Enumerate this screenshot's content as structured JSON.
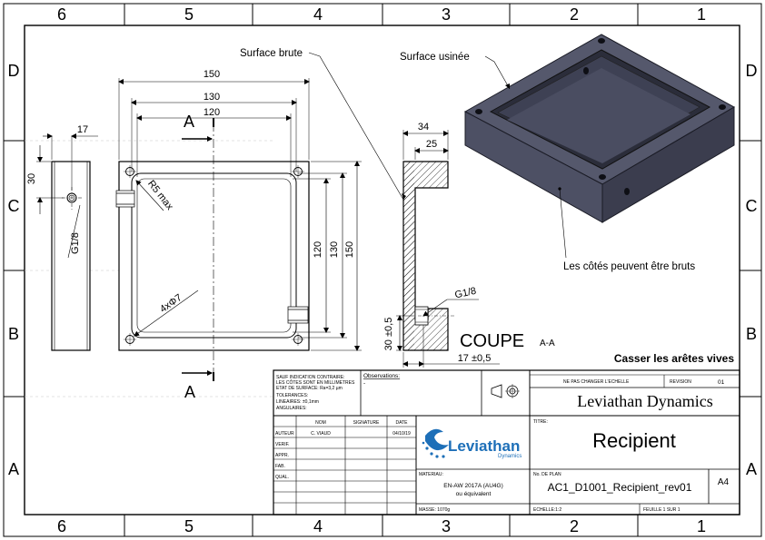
{
  "zones": {
    "columns": [
      "6",
      "5",
      "4",
      "3",
      "2",
      "1"
    ],
    "rows": [
      "D",
      "C",
      "B",
      "A"
    ]
  },
  "annotations": {
    "surface_brute": "Surface brute",
    "surface_usinee": "Surface usinée",
    "cotes_bruts": "Les côtés peuvent être bruts",
    "coupe_title": "COUPE",
    "coupe_suffix": "A-A",
    "casser": "Casser les arêtes vives",
    "section_letter": "A"
  },
  "dimensions": {
    "d150_top": "150",
    "d130_top": "130",
    "d120_top": "120",
    "d17_side": "17",
    "d30_side": "30",
    "g18_side": "G1/8",
    "r5max": "R5 max",
    "holes": "4xΦ7",
    "d120_v": "120",
    "d130_v": "130",
    "d150_v": "150",
    "d34": "34",
    "d25": "25",
    "g18_sec": "G1/8",
    "d30_05": "30 ±0,5",
    "d17_05": "17 ±0,5"
  },
  "title_block": {
    "sauf_lines": [
      "SAUF INDICATION CONTRAIRE:",
      "LES CÔTES SONT EN MILLIMETRES",
      "ETAT DE SURFACE: Ra=3,2 µm",
      "TOLERANCES:",
      "    LINEAIRES: ±0,1mm",
      "    ANGULAIRES:"
    ],
    "observations_label": "Observations:",
    "observations_value": "-",
    "ne_pas_changer": "NE PAS CHANGER L'ECHELLE",
    "revision_label": "REVISION",
    "revision_value": "01",
    "company": "Leviathan Dynamics",
    "hdr_nom": "NOM",
    "hdr_signature": "SIGNATURE",
    "hdr_date": "DATE",
    "row_labels": [
      "AUTEUR",
      "VERIF.",
      "APPR.",
      "FAB.",
      "QUAL."
    ],
    "author_name": "C. VIAUD",
    "author_date": "04/10/19",
    "logo_text": "Leviathan",
    "logo_sub": "Dynamics",
    "titre_label": "TITRE:",
    "titre_value": "Recipient",
    "materiau_label": "MATERIAU:",
    "materiau_line1": "EN-AW 2017A (AU4G)",
    "materiau_line2": "ou équivalent",
    "no_plan_label": "No. DE PLAN",
    "no_plan_value": "AC1_D1001_Recipient_rev01",
    "format": "A4",
    "masse": "MASSE: 1070g",
    "echelle": "ECHELLE:1:2",
    "feuille": "FEUILLE 1 SUR 1"
  }
}
